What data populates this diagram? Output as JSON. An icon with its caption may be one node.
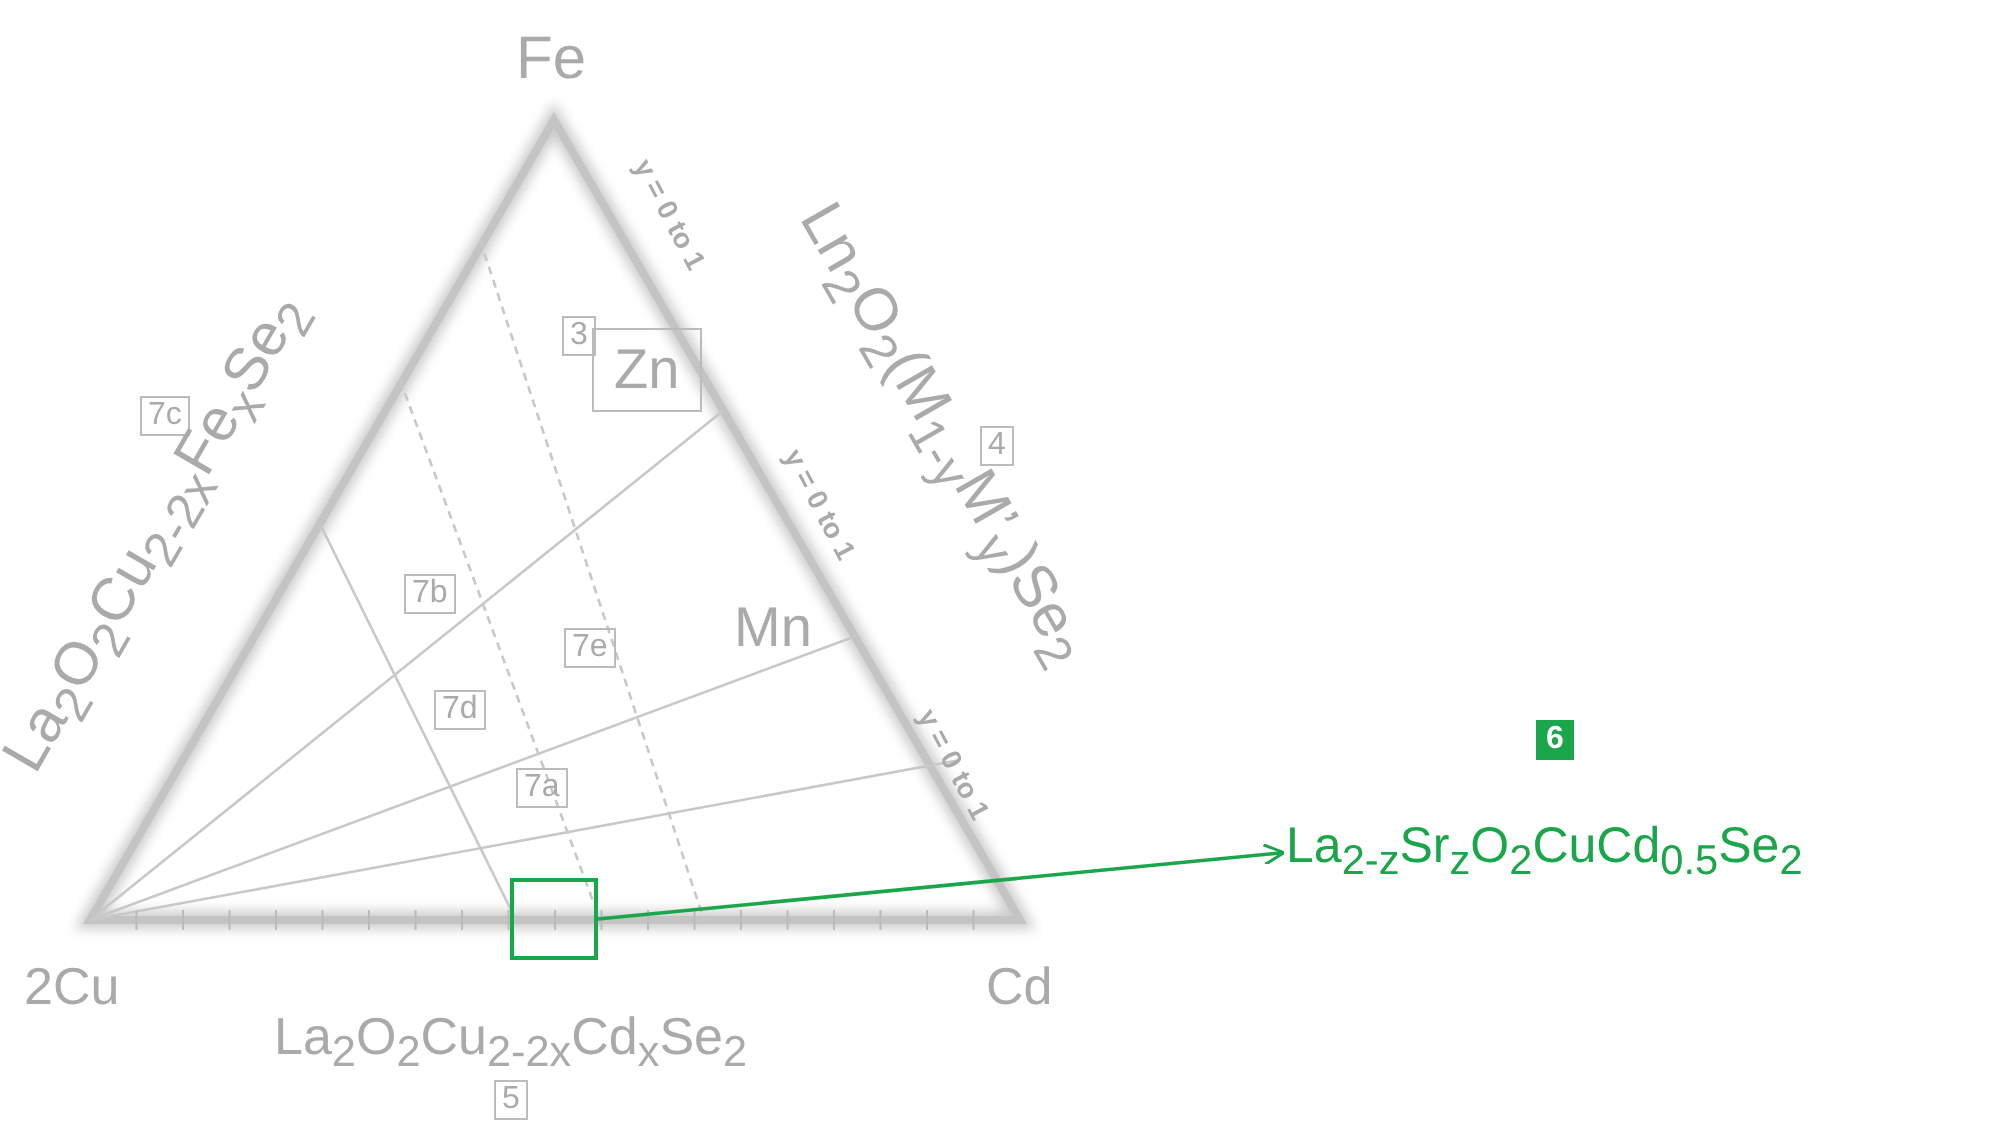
{
  "diagram": {
    "nodes": [
      {
        "text": [
          "3"
        ]
      },
      {
        "text": [
          "Zn"
        ]
      },
      {
        "text": [
          "7c"
        ]
      },
      {
        "text": [
          "4"
        ]
      },
      {
        "text": [
          "7b"
        ]
      },
      {
        "text": [
          "7e"
        ]
      },
      {
        "text": [
          "7d"
        ]
      },
      {
        "text": [
          "7a"
        ]
      },
      {
        "text": [],
        "shape": "box"
      },
      {
        "text": [
          "6"
        ]
      },
      {
        "text": [
          "La$_{2-z}$Sr$_{z}$O$_{2}$CuCd$_{0.5}$Se$_{2}$"
        ]
      },
      {
        "text": [
          "5"
        ]
      }
    ],
    "edges": [
      {
        "from": 8,
        "to": 10,
        "arrow": "to",
        "color": "#1aa64a"
      }
    ],
    "labels": [
      "Fe",
      "y = 0 to 1",
      "La$_{2}$O$_{2}$Cu$_{2-2x}$Fe$_{x}$Se$_{2}$",
      "Ln$_{2}$O$_{2}$(M$_{1-y}$M’$_{y}$)Se$_{2}$",
      "y = 0 to 1",
      "Mn",
      "y = 0 to 1",
      "2Cu",
      "Cd",
      "La$_{2}$O$_{2}$Cu$_{2-2x}$Cd$_{x}$Se$_{2}$"
    ]
  }
}
